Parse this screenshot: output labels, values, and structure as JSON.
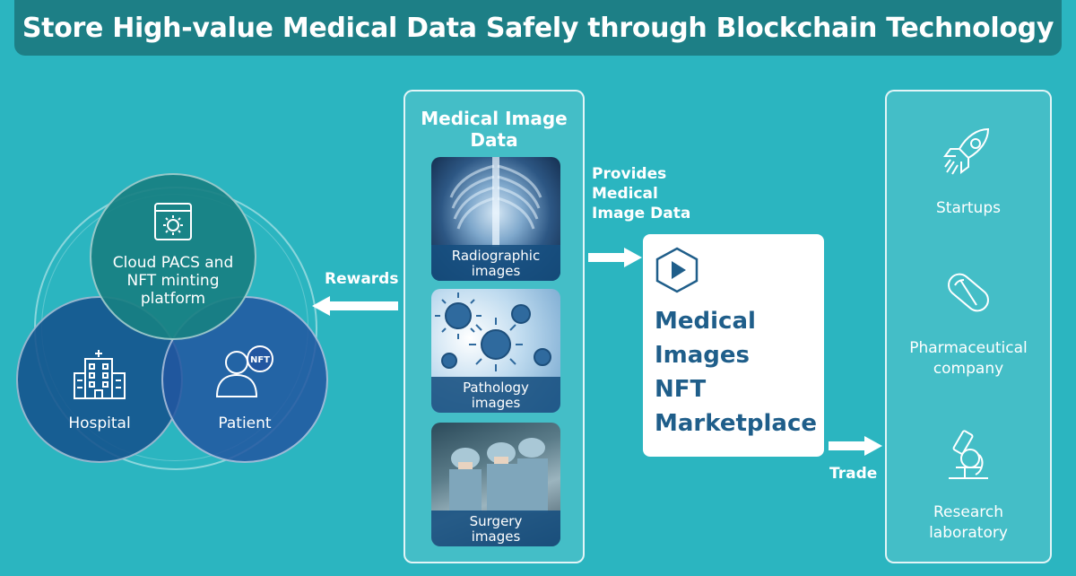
{
  "title": "Store High-value Medical Data Safely through Blockchain Technology",
  "venn": {
    "cloud": {
      "label": "Cloud PACS and NFT minting platform",
      "icon": "gear-screen-icon"
    },
    "hospital": {
      "label": "Hospital",
      "icon": "hospital-building-icon"
    },
    "patient": {
      "label": "Patient",
      "icon": "nft-person-icon",
      "badge": "NFT"
    }
  },
  "arrows": {
    "rewards": "Rewards",
    "provides_l1": "Provides",
    "provides_l2": "Medical",
    "provides_l3": "Image Data",
    "trade": "Trade"
  },
  "medical_panel": {
    "title_l1": "Medical Image",
    "title_l2": "Data",
    "images": [
      {
        "l1": "Radiographic",
        "l2": "images"
      },
      {
        "l1": "Pathology",
        "l2": "images"
      },
      {
        "l1": "Surgery",
        "l2": "images"
      }
    ]
  },
  "marketplace": {
    "l1": "Medical",
    "l2": "Images",
    "l3": "NFT",
    "l4": "Marketplace",
    "icon": "play-hexagon-icon"
  },
  "buyers": [
    {
      "l1": "Startups",
      "l2": "",
      "icon": "rocket-icon"
    },
    {
      "l1": "Pharmaceutical",
      "l2": "company",
      "icon": "pill-capsule-icon"
    },
    {
      "l1": "Research",
      "l2": "laboratory",
      "icon": "microscope-icon"
    }
  ],
  "colors": {
    "background": "#2bb5c0",
    "title_bar": "#1d7f86",
    "marketplace_text": "#1f5e8a"
  }
}
